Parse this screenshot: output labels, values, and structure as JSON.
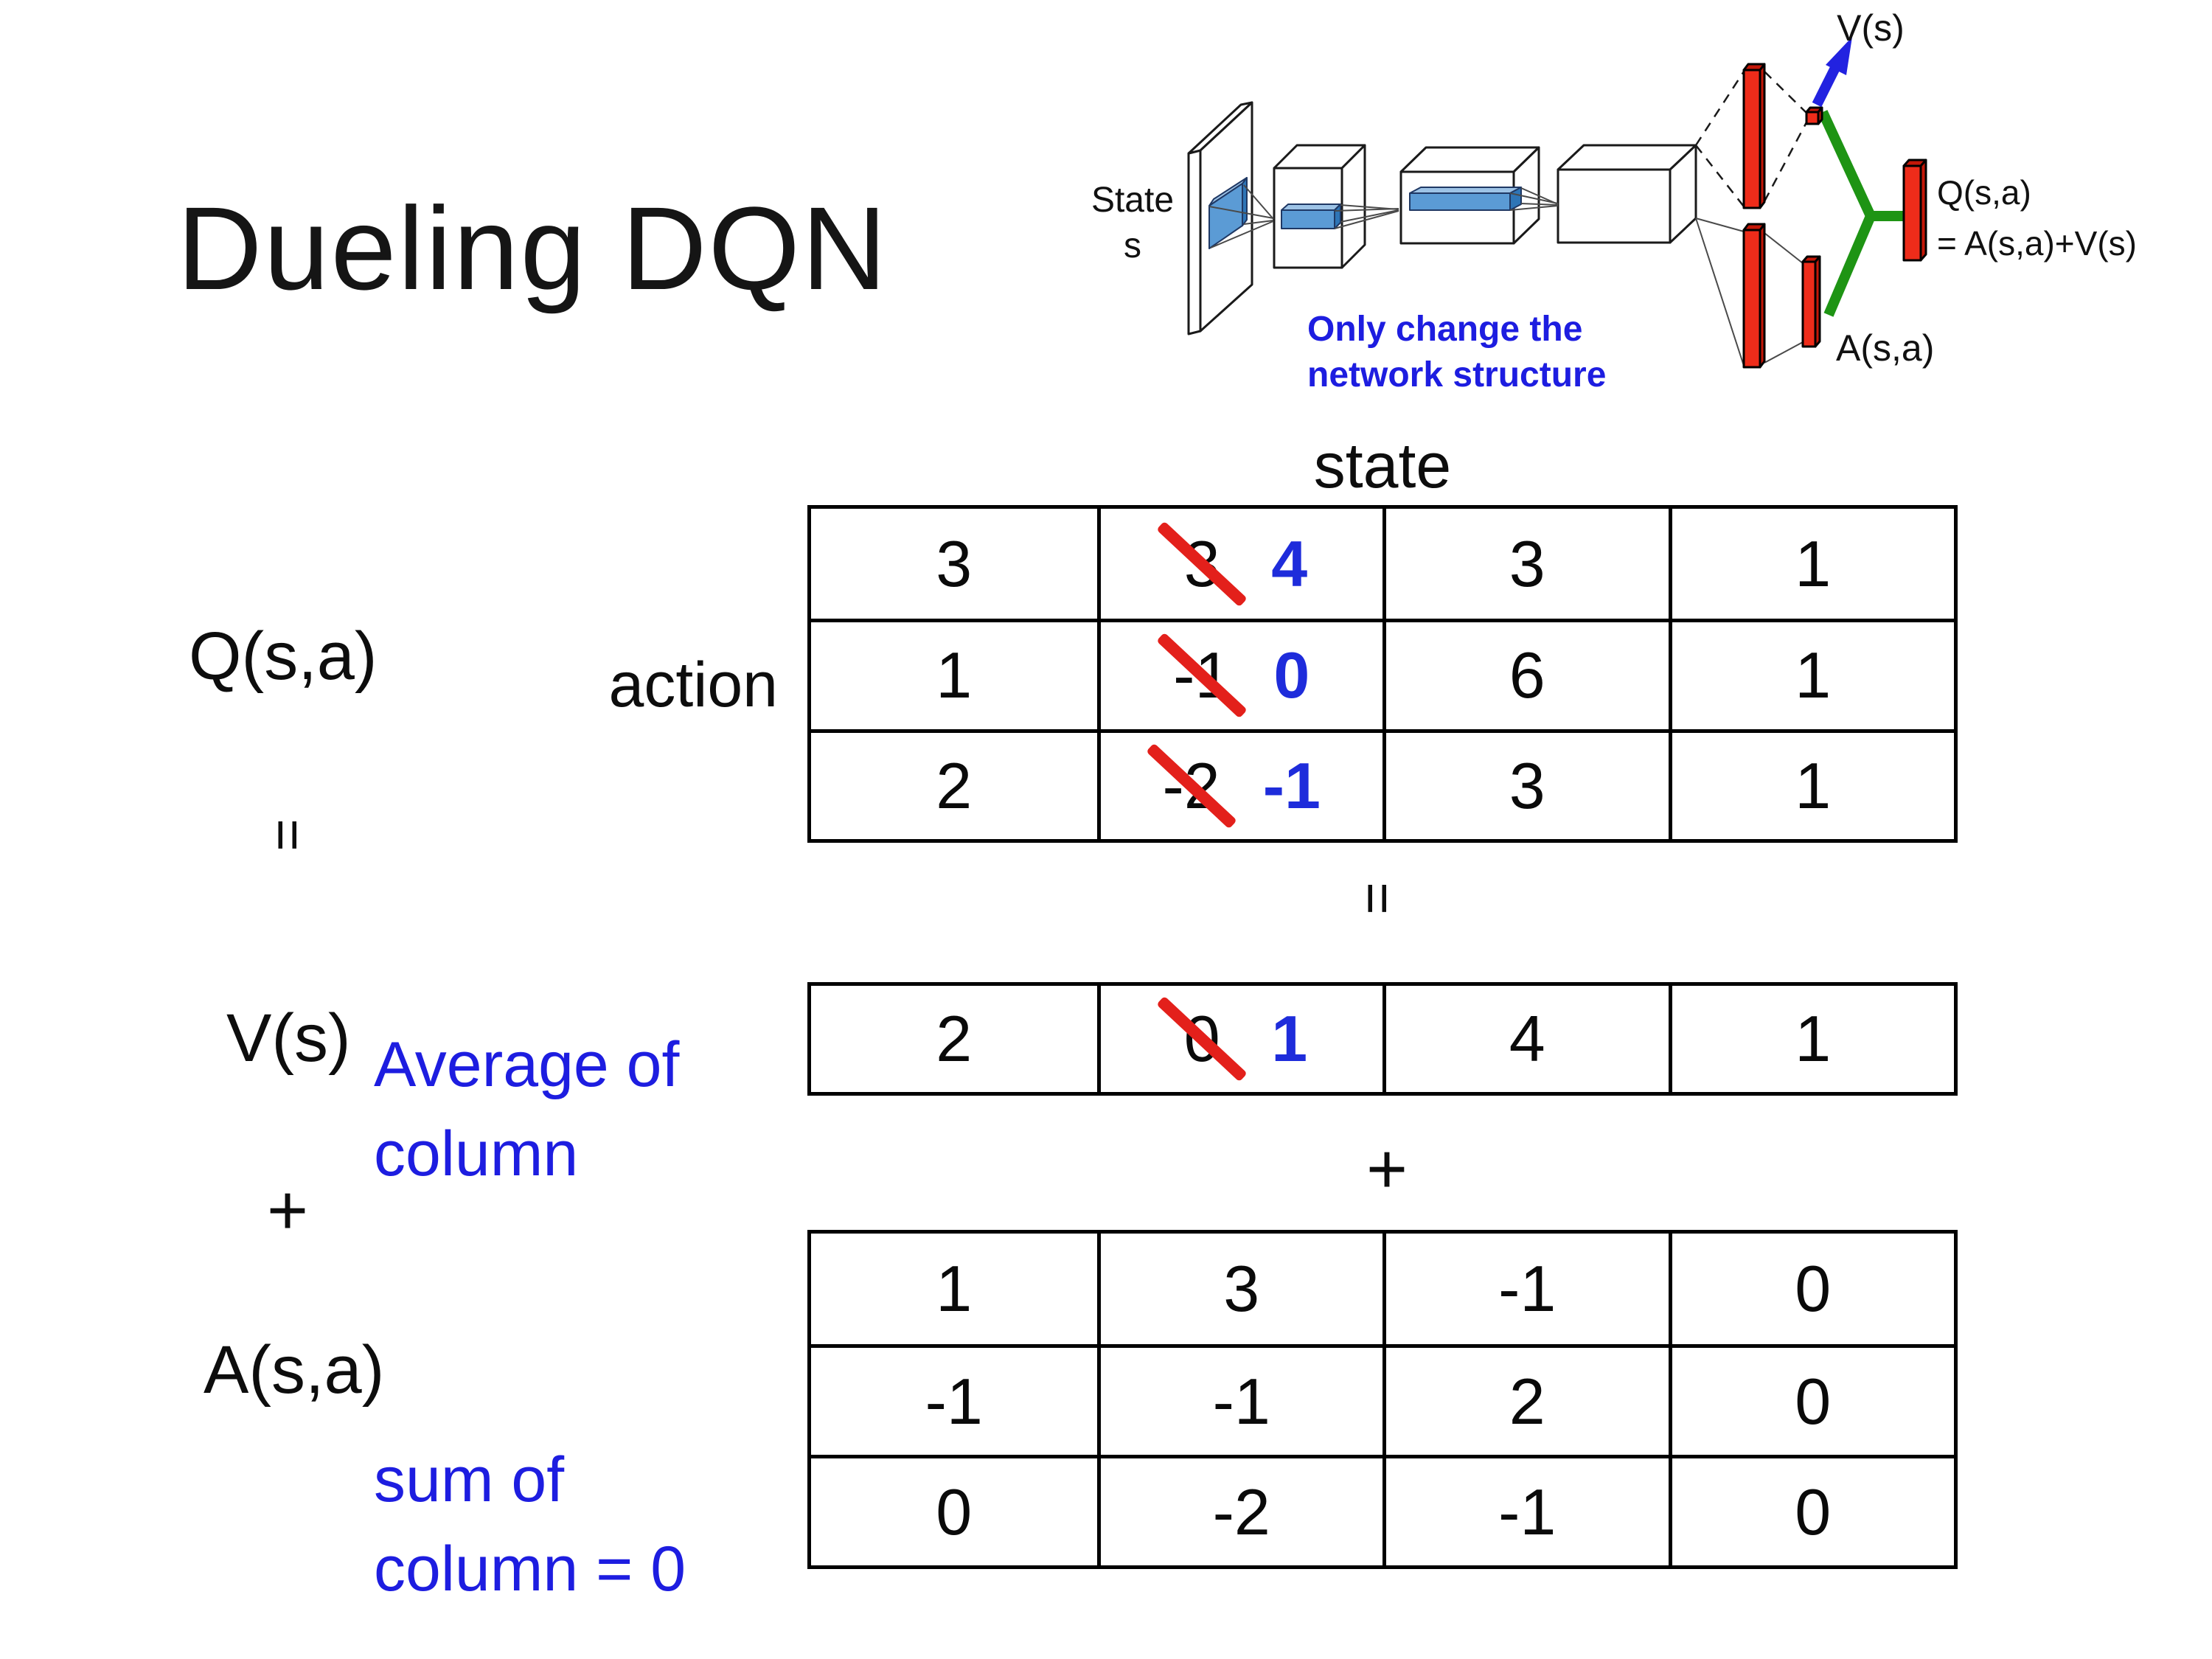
{
  "title": "Dueling DQN",
  "colors": {
    "accent_blue": "#1d1de0",
    "value_blue": "#1e2cdb",
    "strike_red": "#e3201b",
    "bar_red": "#ee2c1a",
    "link_green": "#1e9414",
    "layer_blue": "#5b9bd5"
  },
  "diagram": {
    "state_line1": "State",
    "state_line2": "s",
    "note_line1": "Only change the",
    "note_line2": "network structure",
    "v_out_label": "V(s)",
    "q_out_label_line1": "Q(s,a)",
    "q_out_label_line2": "= A(s,a)+V(s)",
    "a_out_label": "A(s,a)"
  },
  "matrix_section": {
    "state_header": "state",
    "action_label": "action",
    "q_label": "Q(s,a)",
    "equals_left": "=",
    "equals_center": "=",
    "v_label": "V(s)",
    "v_note_line1": "Average of",
    "v_note_line2": "column",
    "plus_left": "+",
    "plus_center": "+",
    "a_label": "A(s,a)",
    "a_note_line1": "sum of",
    "a_note_line2": "column = 0",
    "q_table": {
      "rows": [
        {
          "cells": [
            {
              "v": "3"
            },
            {
              "old": "3",
              "new": "4"
            },
            {
              "v": "3"
            },
            {
              "v": "1"
            }
          ]
        },
        {
          "cells": [
            {
              "v": "1"
            },
            {
              "old": "-1",
              "new": "0"
            },
            {
              "v": "6"
            },
            {
              "v": "1"
            }
          ]
        },
        {
          "cells": [
            {
              "v": "2"
            },
            {
              "old": "-2",
              "new": "-1"
            },
            {
              "v": "3"
            },
            {
              "v": "1"
            }
          ]
        }
      ]
    },
    "v_table": {
      "rows": [
        {
          "cells": [
            {
              "v": "2"
            },
            {
              "old": "0",
              "new": "1"
            },
            {
              "v": "4"
            },
            {
              "v": "1"
            }
          ]
        }
      ]
    },
    "a_table": {
      "rows": [
        {
          "cells": [
            {
              "v": "1"
            },
            {
              "v": "3"
            },
            {
              "v": "-1"
            },
            {
              "v": "0"
            }
          ]
        },
        {
          "cells": [
            {
              "v": "-1"
            },
            {
              "v": "-1"
            },
            {
              "v": "2"
            },
            {
              "v": "0"
            }
          ]
        },
        {
          "cells": [
            {
              "v": "0"
            },
            {
              "v": "-2"
            },
            {
              "v": "-1"
            },
            {
              "v": "0"
            }
          ]
        }
      ]
    }
  }
}
